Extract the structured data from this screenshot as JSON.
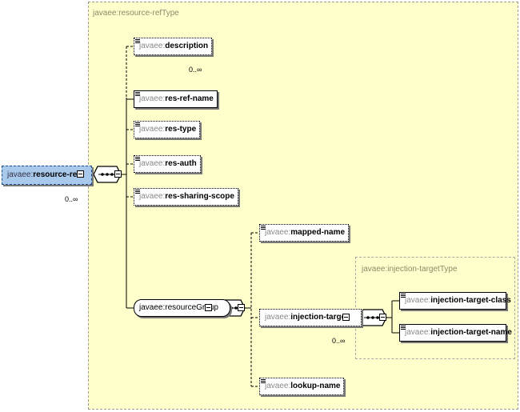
{
  "type_panel": {
    "label": "javaee:resource-refType"
  },
  "inner_type": {
    "label": "javaee:injection-targetType"
  },
  "root": {
    "prefix": "javaee:",
    "name": "resource-ref",
    "cardinality": "0..∞"
  },
  "elements": {
    "description": {
      "prefix": "javaee:",
      "name": "description",
      "cardinality": "0..∞"
    },
    "res_ref_name": {
      "prefix": "javaee:",
      "name": "res-ref-name"
    },
    "res_type": {
      "prefix": "javaee:",
      "name": "res-type"
    },
    "res_auth": {
      "prefix": "javaee:",
      "name": "res-auth"
    },
    "res_sharing_scope": {
      "prefix": "javaee:",
      "name": "res-sharing-scope"
    },
    "mapped_name": {
      "prefix": "javaee:",
      "name": "mapped-name"
    },
    "injection_target": {
      "prefix": "javaee:",
      "name": "injection-target",
      "cardinality": "0..∞"
    },
    "lookup_name": {
      "prefix": "javaee:",
      "name": "lookup-name"
    },
    "injection_target_class": {
      "prefix": "javaee:",
      "name": "injection-target-class"
    },
    "injection_target_name": {
      "prefix": "javaee:",
      "name": "injection-target-name"
    }
  },
  "group": {
    "label": "javaee:resourceGroup"
  },
  "icons": [
    "sequence-icon",
    "expand-icon",
    "collapse-icon",
    "lines-icon"
  ]
}
